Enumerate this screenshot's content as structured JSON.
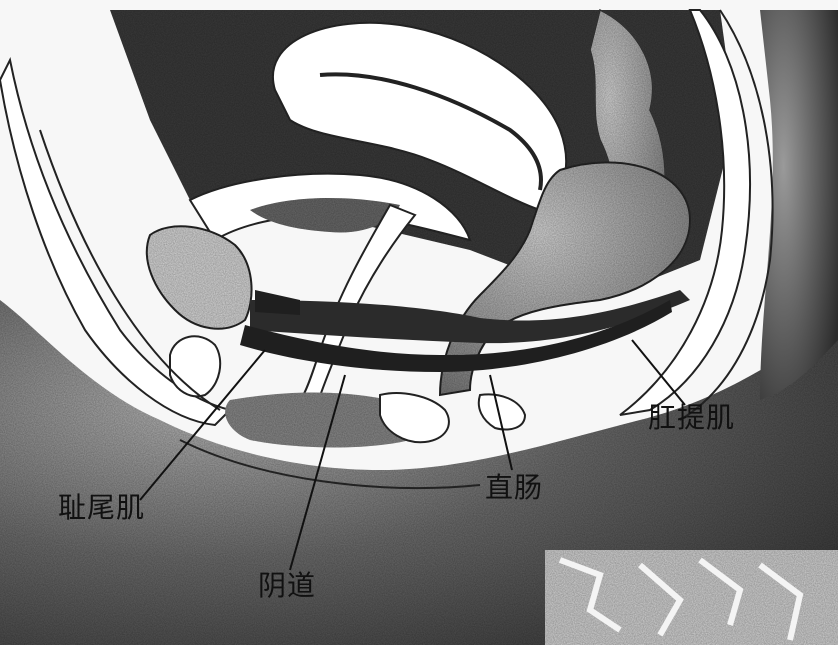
{
  "labels": {
    "levator_ani": "肛提肌",
    "pubococcygeus": "耻尾肌",
    "rectum": "直肠",
    "vagina": "阴道"
  }
}
